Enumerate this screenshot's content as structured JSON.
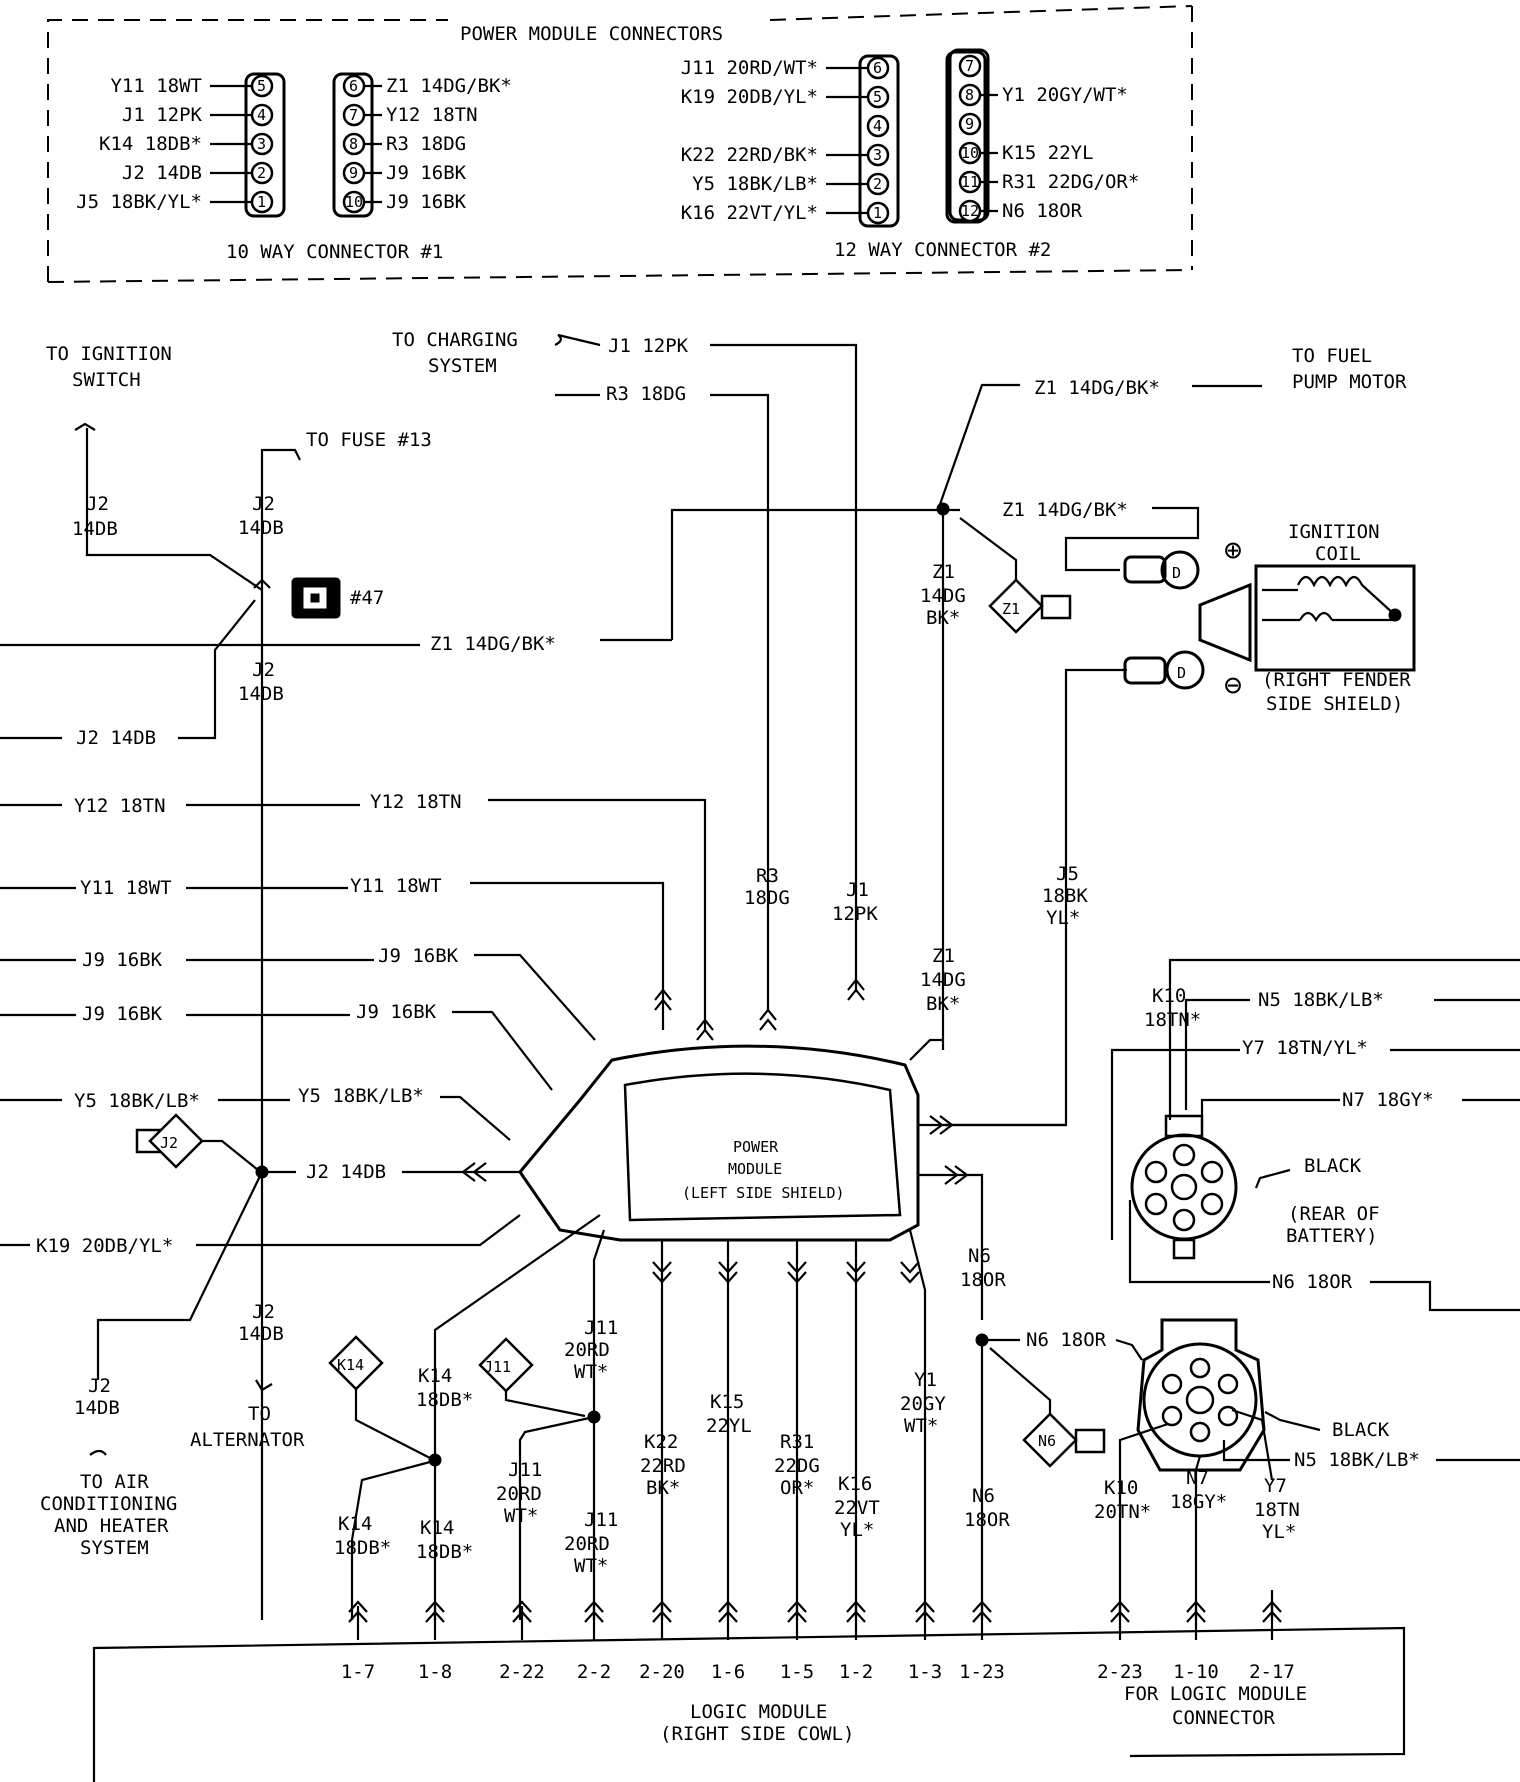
{
  "connectors": {
    "title": "POWER MODULE CONNECTORS",
    "c1_label": "10 WAY CONNECTOR #1",
    "c2_label": "12 WAY CONNECTOR #2",
    "c1_left": [
      {
        "pin": "5",
        "wire": "Y11 18WT"
      },
      {
        "pin": "4",
        "wire": "J1 12PK"
      },
      {
        "pin": "3",
        "wire": "K14 18DB*"
      },
      {
        "pin": "2",
        "wire": "J2 14DB"
      },
      {
        "pin": "1",
        "wire": "J5 18BK/YL*"
      }
    ],
    "c1_right": [
      {
        "pin": "6",
        "wire": "Z1 14DG/BK*"
      },
      {
        "pin": "7",
        "wire": "Y12 18TN"
      },
      {
        "pin": "8",
        "wire": "R3 18DG"
      },
      {
        "pin": "9",
        "wire": "J9 16BK"
      },
      {
        "pin": "10",
        "wire": "J9 16BK"
      }
    ],
    "c2_left": [
      {
        "pin": "6",
        "wire": "J11 20RD/WT*"
      },
      {
        "pin": "5",
        "wire": "K19 20DB/YL*"
      },
      {
        "pin": "4",
        "wire": ""
      },
      {
        "pin": "3",
        "wire": "K22 22RD/BK*"
      },
      {
        "pin": "2",
        "wire": "Y5 18BK/LB*"
      },
      {
        "pin": "1",
        "wire": "K16 22VT/YL*"
      }
    ],
    "c2_right": [
      {
        "pin": "7",
        "wire": ""
      },
      {
        "pin": "8",
        "wire": "Y1 20GY/WT*"
      },
      {
        "pin": "9",
        "wire": ""
      },
      {
        "pin": "10",
        "wire": "K15 22YL"
      },
      {
        "pin": "11",
        "wire": "R31 22DG/OR*"
      },
      {
        "pin": "12",
        "wire": "N6 18OR"
      }
    ]
  },
  "labels": {
    "to_ignition_1": "TO IGNITION",
    "to_ignition_2": "SWITCH",
    "to_charging_1": "TO CHARGING",
    "to_charging_2": "SYSTEM",
    "to_fuse": "TO FUSE #13",
    "to_fuel_1": "TO FUEL",
    "to_fuel_2": "PUMP MOTOR",
    "ign_coil_1": "IGNITION",
    "ign_coil_2": "COIL",
    "fender_1": "(RIGHT FENDER",
    "fender_2": "SIDE SHIELD)",
    "splice47": "#47",
    "pm_1": "POWER",
    "pm_2": "MODULE",
    "pm_3": "(LEFT SIDE SHIELD)",
    "black1": "BLACK",
    "rear_bat_1": "(REAR OF",
    "rear_bat_2": "BATTERY)",
    "black2": "BLACK",
    "to_alt_1": "TO",
    "to_alt_2": "ALTERNATOR",
    "to_ac_1": "TO AIR",
    "to_ac_2": "CONDITIONING",
    "to_ac_3": "AND HEATER",
    "to_ac_4": "SYSTEM",
    "logic_1": "LOGIC MODULE",
    "logic_2": "(RIGHT SIDE COWL)",
    "for_logic_1": "FOR LOGIC MODULE",
    "for_logic_2": "CONNECTOR",
    "plus": "⊕",
    "minus": "⊖",
    "d1": "D",
    "d2": "D"
  },
  "wires": {
    "j1_top": "J1 12PK",
    "r3_top": "R3 18DG",
    "z1_fuel": "Z1 14DG/BK*",
    "z1_coil": "Z1 14DG/BK*",
    "z1_mid": "Z1 14DG/BK*",
    "j2_a1": "J2",
    "j2_a2": "14DB",
    "j2_b1": "J2",
    "j2_b2": "14DB",
    "j2_c1": "J2",
    "j2_c2": "14DB",
    "j2_left": "J2 14DB",
    "y12_left": "Y12 18TN",
    "y12_mid": "Y12 18TN",
    "y11_left": "Y11 18WT",
    "y11_mid": "Y11 18WT",
    "j9a_left": "J9 16BK",
    "j9a_mid": "J9 16BK",
    "j9b_left": "J9 16BK",
    "j9b_mid": "J9 16BK",
    "y5_left": "Y5 18BK/LB*",
    "y5_mid": "Y5 18BK/LB*",
    "j2_pm": "J2 14DB",
    "k19": "K19 20DB/YL*",
    "z1v_1": "Z1",
    "z1v_2": "14DG",
    "z1v_3": "BK*",
    "z1v2_1": "Z1",
    "z1v2_2": "14DG",
    "z1v2_3": "BK*",
    "r3v_1": "R3",
    "r3v_2": "18DG",
    "j1v_1": "J1",
    "j1v_2": "12PK",
    "j5v_1": "J5",
    "j5v_2": "18BK",
    "j5v_3": "YL*",
    "k10_1": "K10",
    "k10_2": "18TN*",
    "n5": "N5 18BK/LB*",
    "y7": "Y7 18TN/YL*",
    "n7": "N7 18GY*",
    "n6_right": "N6 18OR",
    "n6v_1": "N6",
    "n6v_2": "18OR",
    "n6_splice": "N6 18OR",
    "n6v2_1": "N6",
    "n6v2_2": "18OR",
    "k14a_1": "K14",
    "k14a_2": "18DB*",
    "k14b_1": "K14",
    "k14b_2": "18DB*",
    "k14c_1": "K14",
    "k14c_2": "18DB*",
    "j11a_1": "J11",
    "j11a_2": "20RD",
    "j11a_3": "WT*",
    "j11b_1": "J11",
    "j11b_2": "20RD",
    "j11b_3": "WT*",
    "j11c_1": "J11",
    "j11c_2": "20RD",
    "j11c_3": "WT*",
    "k22_1": "K22",
    "k22_2": "22RD",
    "k22_3": "BK*",
    "k15_1": "K15",
    "k15_2": "22YL",
    "r31_1": "R31",
    "r31_2": "22DG",
    "r31_3": "OR*",
    "k16_1": "K16",
    "k16_2": "22VT",
    "k16_3": "YL*",
    "y1_1": "Y1",
    "y1_2": "20GY",
    "y1_3": "WT*",
    "k10b_1": "K10",
    "k10b_2": "20TN*",
    "n7b_1": "N7",
    "n7b_2": "18GY*",
    "y7b_1": "Y7",
    "y7b_2": "18TN",
    "y7b_3": "YL*",
    "n5b": "N5 18BK/LB*"
  },
  "splices": {
    "z1": "Z1",
    "j2": "J2",
    "k14": "K14",
    "j11": "J11",
    "n6": "N6"
  },
  "pins": [
    "1-7",
    "1-8",
    "2-22",
    "2-2",
    "2-20",
    "1-6",
    "1-5",
    "1-2",
    "1-3",
    "1-23",
    "2-23",
    "1-10",
    "2-17"
  ]
}
